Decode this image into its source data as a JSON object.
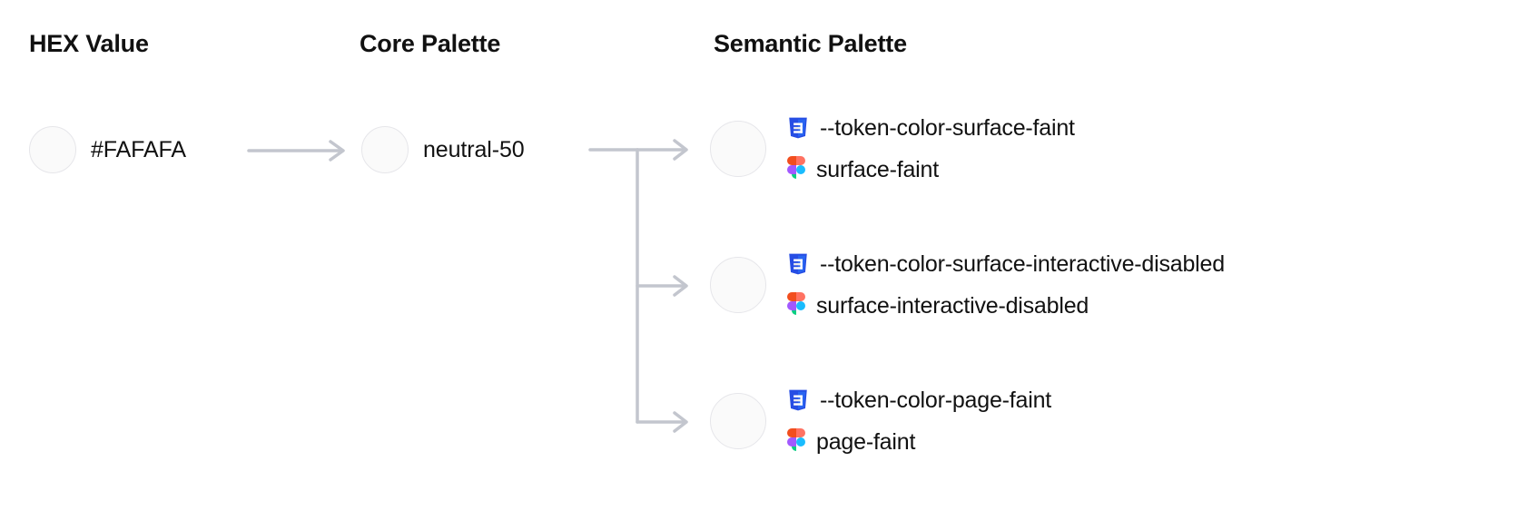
{
  "columns": {
    "hex": "HEX Value",
    "core": "Core Palette",
    "semantic": "Semantic Palette"
  },
  "hex": {
    "value": "#FAFAFA",
    "swatch_color": "#FAFAFA"
  },
  "core": {
    "value": "neutral-50",
    "swatch_color": "#FAFAFA"
  },
  "semantic": {
    "rows": [
      {
        "swatch_color": "#FAFAFA",
        "css_icon": "css3-icon",
        "css_token": "--token-color-surface-faint",
        "figma_icon": "figma-icon",
        "figma_token": "surface-faint"
      },
      {
        "swatch_color": "#FAFAFA",
        "css_icon": "css3-icon",
        "css_token": "--token-color-surface-interactive-disabled",
        "figma_icon": "figma-icon",
        "figma_token": "surface-interactive-disabled"
      },
      {
        "swatch_color": "#FAFAFA",
        "css_icon": "css3-icon",
        "css_token": "--token-color-page-faint",
        "figma_icon": "figma-icon",
        "figma_token": "page-faint"
      }
    ]
  },
  "connectors": {
    "arrow_color": "#C3C6CE",
    "simple_arrow": "arrow-right-icon",
    "branch": "branch-connector-icon"
  },
  "theme": {
    "background": "#FFFFFF",
    "text": "#111111",
    "swatch_border": "#E6E6EA",
    "css_blue": "#264DE4",
    "figma_red": "#F24E1E",
    "figma_orange": "#FF7262",
    "figma_purple": "#A259FF",
    "figma_blue": "#1ABCFE",
    "figma_green": "#0ACF83"
  }
}
